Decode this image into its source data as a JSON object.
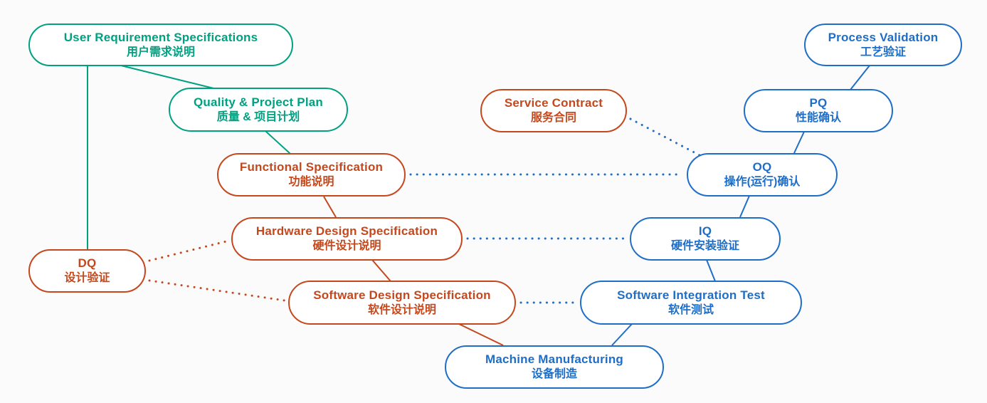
{
  "diagram": {
    "type": "v-model-validation-flowchart",
    "colors": {
      "teal": "#00A181",
      "orange": "#C5481D",
      "blue": "#1E6EC8",
      "background": "#FBFBFB"
    },
    "nodes": [
      {
        "id": "urs",
        "en": "User Requirement Specifications",
        "zh": "用户需求说明",
        "color": "teal"
      },
      {
        "id": "qpp",
        "en": "Quality & Project Plan",
        "zh": "质量 & 项目计划",
        "color": "teal"
      },
      {
        "id": "fs",
        "en": "Functional Specification",
        "zh": "功能说明",
        "color": "orange"
      },
      {
        "id": "hds",
        "en": "Hardware Design Specification",
        "zh": "硬件设计说明",
        "color": "orange"
      },
      {
        "id": "sds",
        "en": "Software Design Specification",
        "zh": "软件设计说明",
        "color": "orange"
      },
      {
        "id": "dq",
        "en": "DQ",
        "zh": "设计验证",
        "color": "orange"
      },
      {
        "id": "sc",
        "en": "Service Contract",
        "zh": "服务合同",
        "color": "orange"
      },
      {
        "id": "mm",
        "en": "Machine Manufacturing",
        "zh": "设备制造",
        "color": "blue"
      },
      {
        "id": "sit",
        "en": "Software Integration Test",
        "zh": "软件测试",
        "color": "blue"
      },
      {
        "id": "iq",
        "en": "IQ",
        "zh": "硬件安装验证",
        "color": "blue"
      },
      {
        "id": "oq",
        "en": "OQ",
        "zh": "操作(运行)确认",
        "color": "blue"
      },
      {
        "id": "pq",
        "en": "PQ",
        "zh": "性能确认",
        "color": "blue"
      },
      {
        "id": "pv",
        "en": "Process Validation",
        "zh": "工艺验证",
        "color": "blue"
      }
    ],
    "edges": [
      {
        "from": "User Requirement Specifications",
        "to": "DQ",
        "style": "solid",
        "color": "teal"
      },
      {
        "from": "User Requirement Specifications",
        "to": "Quality & Project Plan",
        "style": "solid",
        "color": "teal"
      },
      {
        "from": "Quality & Project Plan",
        "to": "Functional Specification",
        "style": "solid",
        "color": "teal"
      },
      {
        "from": "Functional Specification",
        "to": "Hardware Design Specification",
        "style": "solid",
        "color": "orange"
      },
      {
        "from": "Hardware Design Specification",
        "to": "Software Design Specification",
        "style": "solid",
        "color": "orange"
      },
      {
        "from": "Software Design Specification",
        "to": "Machine Manufacturing",
        "style": "solid",
        "color": "orange"
      },
      {
        "from": "Machine Manufacturing",
        "to": "Software Integration Test",
        "style": "solid",
        "color": "blue"
      },
      {
        "from": "Software Integration Test",
        "to": "IQ",
        "style": "solid",
        "color": "blue"
      },
      {
        "from": "IQ",
        "to": "OQ",
        "style": "solid",
        "color": "blue"
      },
      {
        "from": "OQ",
        "to": "PQ",
        "style": "solid",
        "color": "blue"
      },
      {
        "from": "PQ",
        "to": "Process Validation",
        "style": "solid",
        "color": "blue"
      },
      {
        "from": "DQ",
        "to": "Hardware Design Specification",
        "style": "dotted",
        "color": "orange"
      },
      {
        "from": "DQ",
        "to": "Software Design Specification",
        "style": "dotted",
        "color": "orange"
      },
      {
        "from": "Functional Specification",
        "to": "OQ",
        "style": "dotted",
        "color": "blue"
      },
      {
        "from": "Hardware Design Specification",
        "to": "IQ",
        "style": "dotted",
        "color": "blue"
      },
      {
        "from": "Software Design Specification",
        "to": "Software Integration Test",
        "style": "dotted",
        "color": "blue"
      },
      {
        "from": "Service Contract",
        "to": "OQ",
        "style": "dotted",
        "color": "blue"
      }
    ]
  }
}
